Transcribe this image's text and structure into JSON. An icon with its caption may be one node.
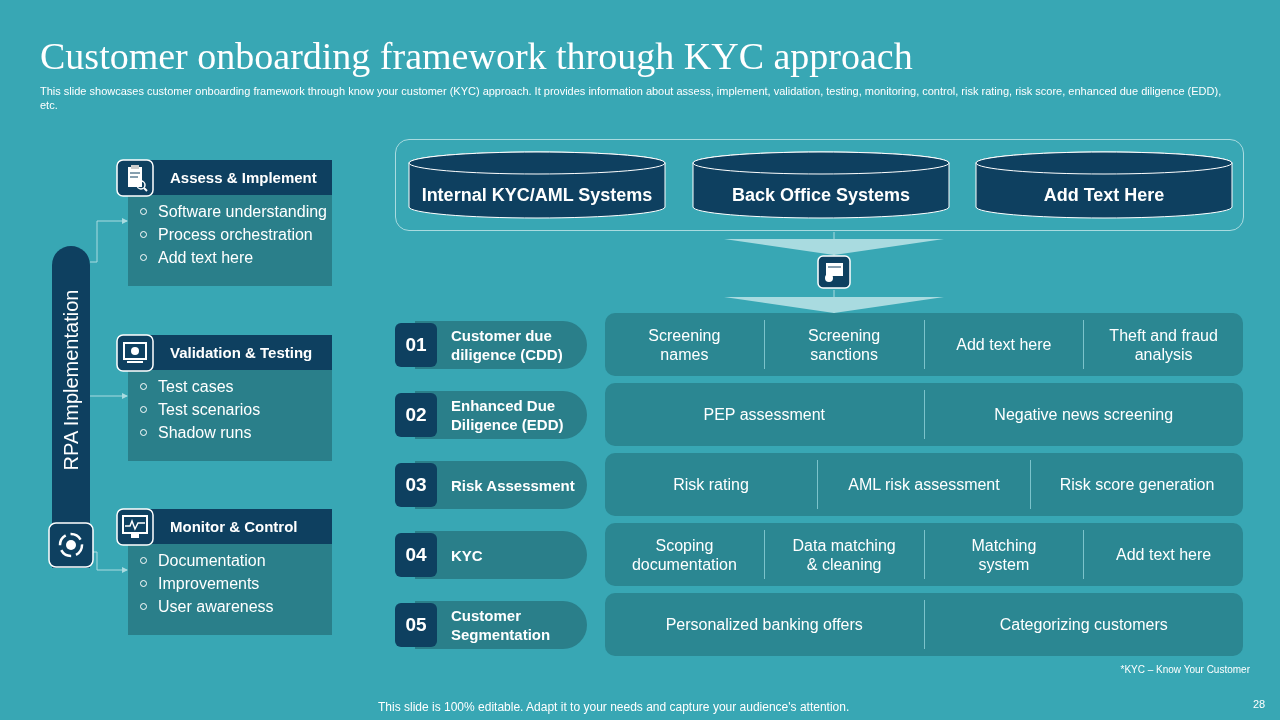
{
  "diagram": {
    "title": "Customer onboarding framework through KYC approach",
    "nodes": [
      {
        "text": [
          "RPA Implementation"
        ]
      },
      {
        "text": [
          "Assess & Implement",
          "Software understanding",
          "Process orchestration",
          "Add text here"
        ]
      },
      {
        "text": [
          "Validation & Testing",
          "Test cases",
          "Test scenarios",
          "Shadow runs"
        ]
      },
      {
        "text": [
          "Monitor & Control",
          "Documentation",
          "Improvements",
          "User awareness"
        ]
      },
      {
        "text": [],
        "shape": "box"
      },
      {
        "text": [
          "Internal KYC/AML Systems"
        ],
        "in": 4
      },
      {
        "text": [
          "Back Office Systems"
        ],
        "in": 4
      },
      {
        "text": [
          "Add Text Here"
        ],
        "in": 4
      },
      {
        "text": [],
        "shape": "picture"
      },
      {
        "text": [
          "01",
          "Customer due diligence (CDD)"
        ]
      },
      {
        "text": [
          "Screening names",
          "Screening sanctions",
          "Add text here",
          "Theft and fraud analysis"
        ]
      },
      {
        "text": [
          "02",
          "Enhanced Due Diligence (EDD)"
        ]
      },
      {
        "text": [
          "PEP assessment",
          "Negative news screening"
        ]
      },
      {
        "text": [
          "03",
          "Risk Assessment"
        ]
      },
      {
        "text": [
          "Risk rating",
          "AML risk assessment",
          "Risk score generation"
        ]
      },
      {
        "text": [
          "04",
          "KYC"
        ]
      },
      {
        "text": [
          "Scoping documentation",
          "Data matching & cleaning",
          "Matching system",
          "Add text here"
        ]
      },
      {
        "text": [
          "05",
          "Customer Segmentation"
        ]
      },
      {
        "text": [
          "Personalized banking offers",
          "Categorizing customers"
        ]
      }
    ],
    "edges": [
      {
        "from": 0,
        "to": 1,
        "arrow": "to"
      },
      {
        "from": 0,
        "to": 2,
        "arrow": "to"
      },
      {
        "from": 0,
        "to": 3,
        "arrow": "to"
      },
      {
        "from": 4,
        "to": 8,
        "arrow": "to"
      },
      {
        "from": 8,
        "to": 10,
        "arrow": "to"
      }
    ],
    "labels": [
      "This slide showcases customer onboarding framework through know your customer (KYC) approach. It provides information about assess, implement, validation, testing, monitoring, control, risk rating, risk score, enhanced due diligence (EDD), etc.",
      "*KYC – Know Your Customer",
      "This slide is 100% editable. Adapt it to your needs and capture your audience's attention.",
      "28"
    ]
  }
}
